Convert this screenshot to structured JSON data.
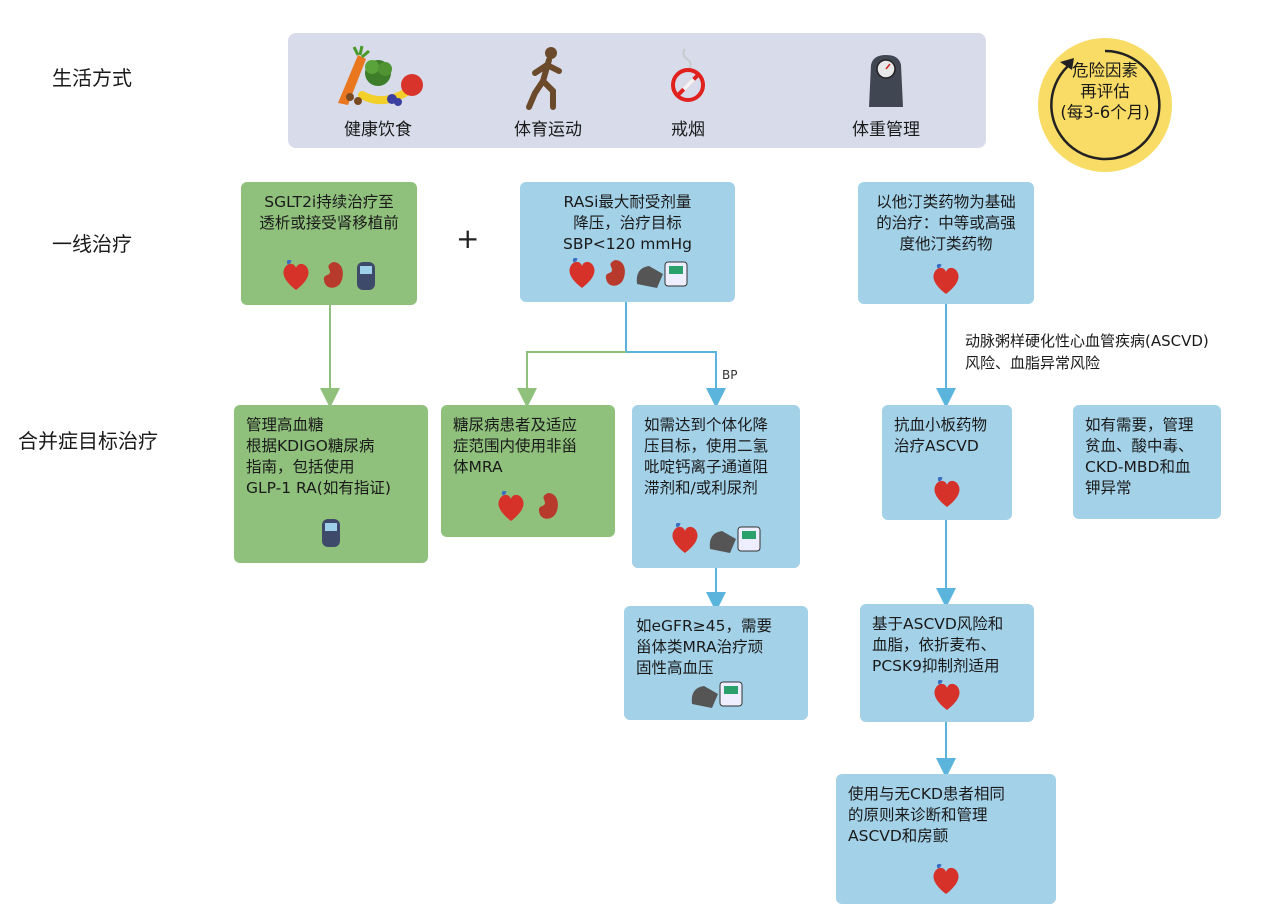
{
  "row_labels": {
    "lifestyle": "生活方式",
    "first_line": "一线治疗",
    "comorbidity": "合并症目标治疗"
  },
  "lifestyle": {
    "items": [
      {
        "label": "健康饮食",
        "icon": "healthy-food-icon"
      },
      {
        "label": "体育运动",
        "icon": "running-person-icon"
      },
      {
        "label": "戒烟",
        "icon": "no-smoking-icon"
      },
      {
        "label": "体重管理",
        "icon": "weight-scale-icon"
      }
    ]
  },
  "reevaluate": {
    "text": "危险因素\n再评估\n(每3-6个月)"
  },
  "first_line": {
    "sglt2i": "SGLT2i持续治疗至\n透析或接受肾移植前",
    "plus": "+",
    "rasi": "RASi最大耐受剂量\n降压，治疗目标\nSBP<120 mmHg",
    "statin": "以他汀类药物为基础\n的治疗：中等或高强\n度他汀类药物"
  },
  "ascvd_risk_note": "动脉粥样硬化性心血管疾病(ASCVD)\n风险、血脂异常风险",
  "bp_label": "BP",
  "comorbidity": {
    "glucose": "管理高血糖\n根据KDIGO糖尿病\n指南，包括使用\nGLP-1 RA(如有指证)",
    "mra": "糖尿病患者及适应\n症范围内使用非甾\n体MRA",
    "bp_target": "如需达到个体化降\n压目标，使用二氢\n吡啶钙离子通道阻\n滞剂和/或利尿剂",
    "egfr": "如eGFR≥45，需要\n甾体类MRA治疗顽\n固性高血压",
    "antiplatelet": "抗血小板药物\n治疗ASCVD",
    "ezetimibe": "基于ASCVD风险和\n血脂，依折麦布、\nPCSK9抑制剂适用",
    "same_principles": "使用与无CKD患者相同\n的原则来诊断和管理\nASCVD和房颤",
    "manage_other": "如有需要，管理\n贫血、酸中毒、\nCKD-MBD和血\n钾异常"
  },
  "colors": {
    "green_box": "#8fc07c",
    "blue_box": "#a3d1e8",
    "lifestyle_band": "#d7dbea",
    "reeval_circle": "#f9dc66",
    "arrow_blue": "#5ab4dc",
    "arrow_green": "#8fc07c"
  }
}
